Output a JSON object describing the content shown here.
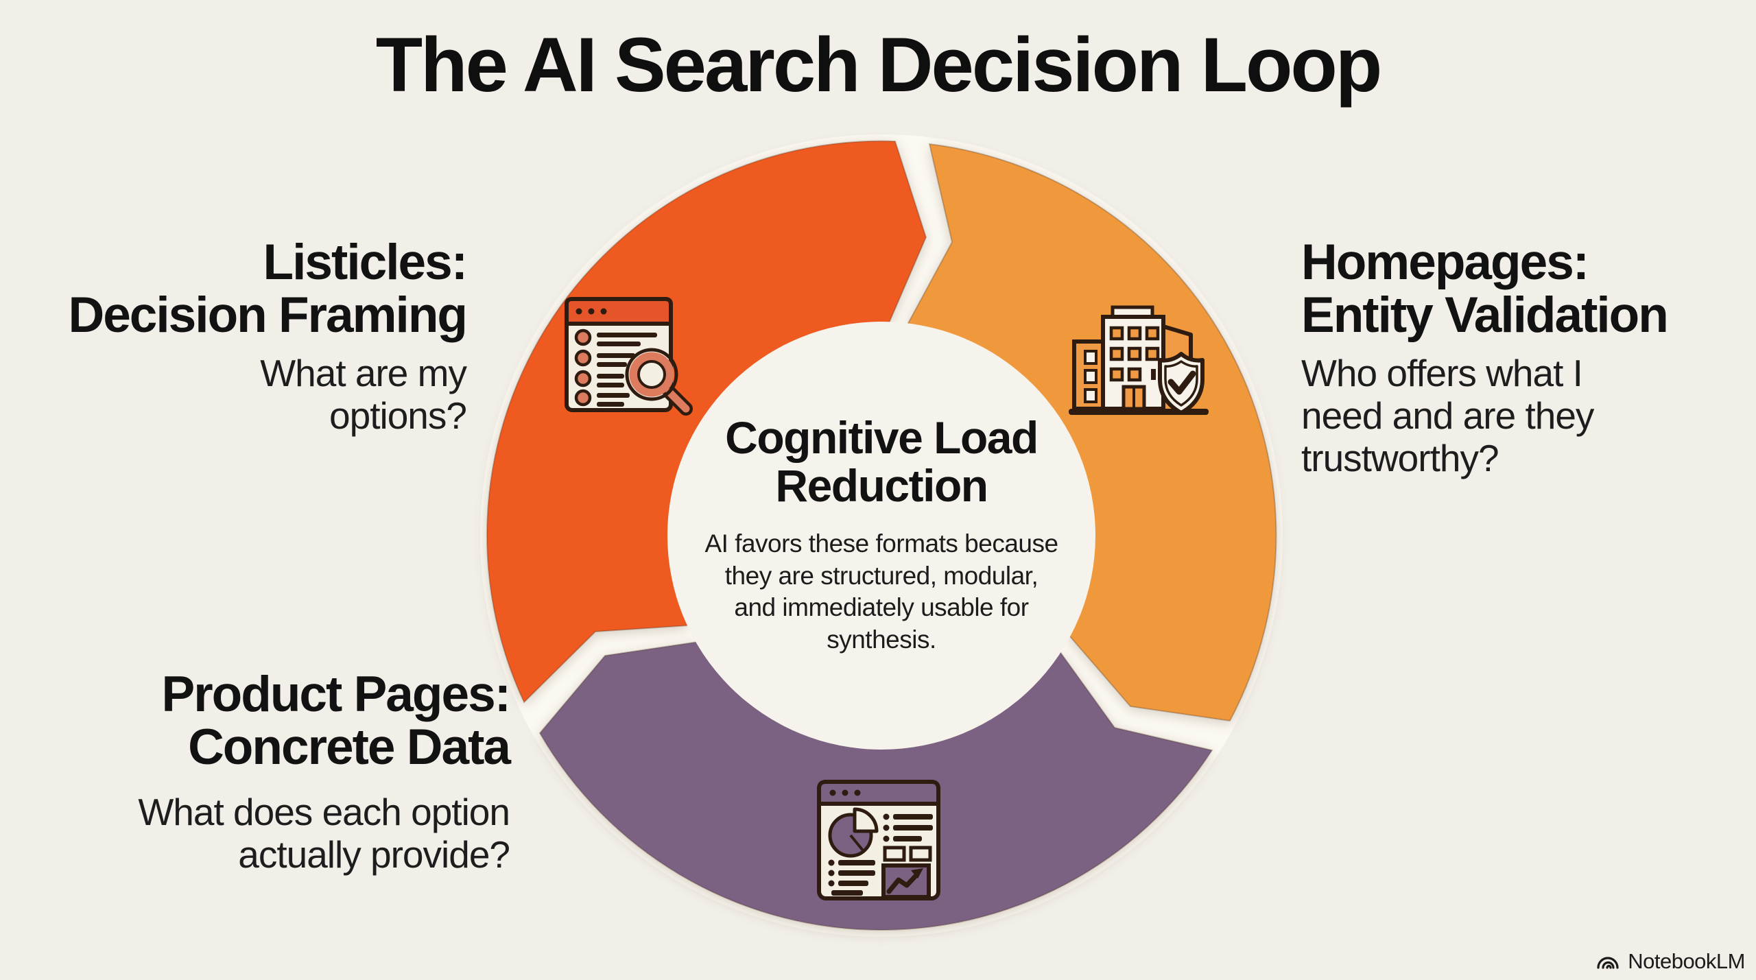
{
  "title": "The AI Search Decision Loop",
  "sections": {
    "listicles": {
      "heading": "Listicles:\nDecision Framing",
      "body": "What are my\noptions?"
    },
    "homepages": {
      "heading": "Homepages:\nEntity Validation",
      "body": "Who offers what I\nneed and are they\ntrustworthy?"
    },
    "product_pages": {
      "heading": "Product Pages:\nConcrete Data",
      "body": "What does each option\nactually provide?"
    }
  },
  "center": {
    "heading": "Cognitive Load\nReduction",
    "body": "AI favors these formats because\nthey are structured, modular,\nand immediately usable for\nsynthesis."
  },
  "icons": {
    "listicles": "listicle-search-icon",
    "homepages": "building-shield-icon",
    "product_pages": "analytics-report-icon"
  },
  "watermark": {
    "label": "NotebookLM",
    "logo": "notebooklm-logo-icon"
  },
  "colors": {
    "background": "#F1EFE8",
    "ring_highlight": "#FBF9F2",
    "inner_circle": "#F6F3EC",
    "segment_listicles": "#EF5A20",
    "segment_homepages": "#F0993C",
    "segment_product_pages": "#7B6282",
    "icon_outline": "#2E1C10",
    "icon_cream": "#F4EFE3",
    "icon_salmon": "#DC7B5E",
    "icon_header_red": "#E4552A",
    "icon_window_orange": "#F09A44",
    "text_primary": "#161616"
  }
}
